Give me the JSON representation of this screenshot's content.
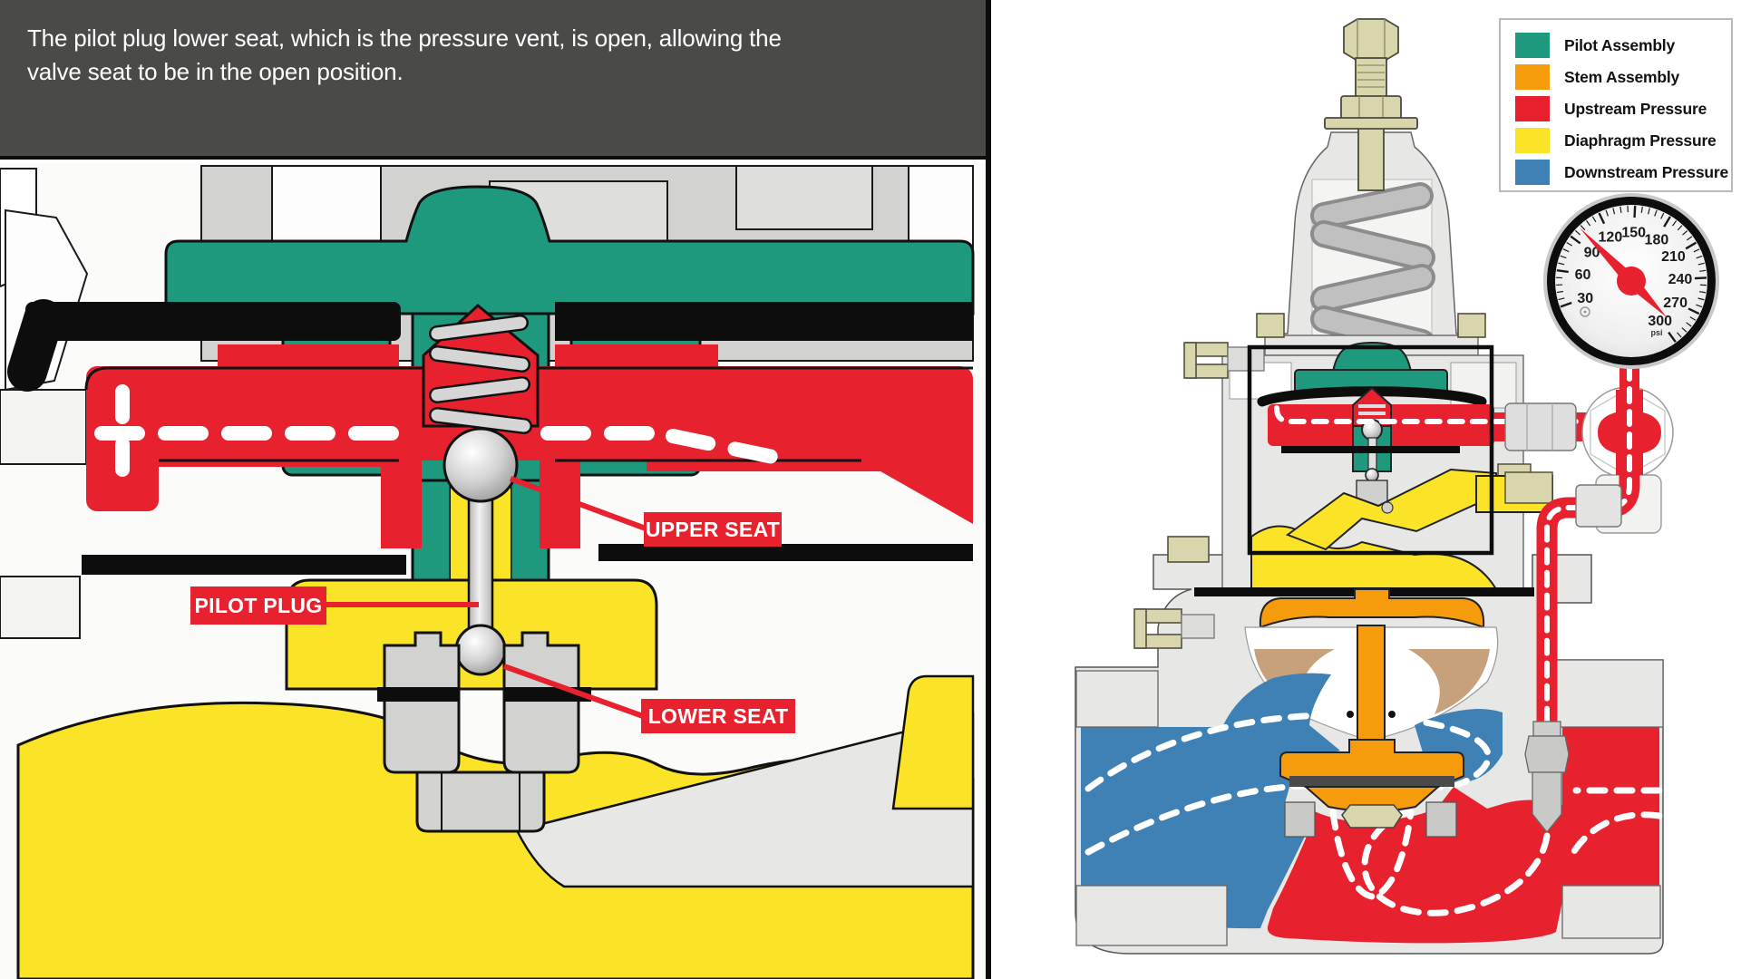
{
  "banner": {
    "text": "The pilot plug lower seat, which is the pressure vent, is open, allowing the valve seat to be in the open position.",
    "background": "#4a4a49",
    "text_color": "#ffffff"
  },
  "detail_labels": {
    "upper_seat": "UPPER SEAT",
    "pilot_plug": "PILOT PLUG",
    "lower_seat": "LOWER SEAT",
    "label_background": "#e8212f"
  },
  "legend": {
    "items": [
      {
        "label": "Pilot Assembly",
        "color": "#1f997e"
      },
      {
        "label": "Stem Assembly",
        "color": "#f59b0c"
      },
      {
        "label": "Upstream Pressure",
        "color": "#e81f2d"
      },
      {
        "label": "Diaphragm Pressure",
        "color": "#fbe428"
      },
      {
        "label": "Downstream Pressure",
        "color": "#3f80b5"
      }
    ]
  },
  "gauge": {
    "unit": "psi",
    "tick_labels": [
      "30",
      "60",
      "90",
      "120",
      "150",
      "180",
      "210",
      "240",
      "270",
      "300"
    ],
    "min": 30,
    "max": 300,
    "needle_value": 100,
    "needle_color": "#e8212f",
    "rim_color": "#0d0d0d"
  },
  "colors": {
    "pilot_green": "#1f997e",
    "stem_orange": "#f59b0c",
    "upstream_red": "#e8212f",
    "diaphragm_yellow": "#fbe428",
    "downstream_blue": "#3f80b5",
    "body_gray": "#e7e7e6",
    "machine_gray": "#d2d2d1",
    "hardware_khaki": "#d9d6ae"
  }
}
